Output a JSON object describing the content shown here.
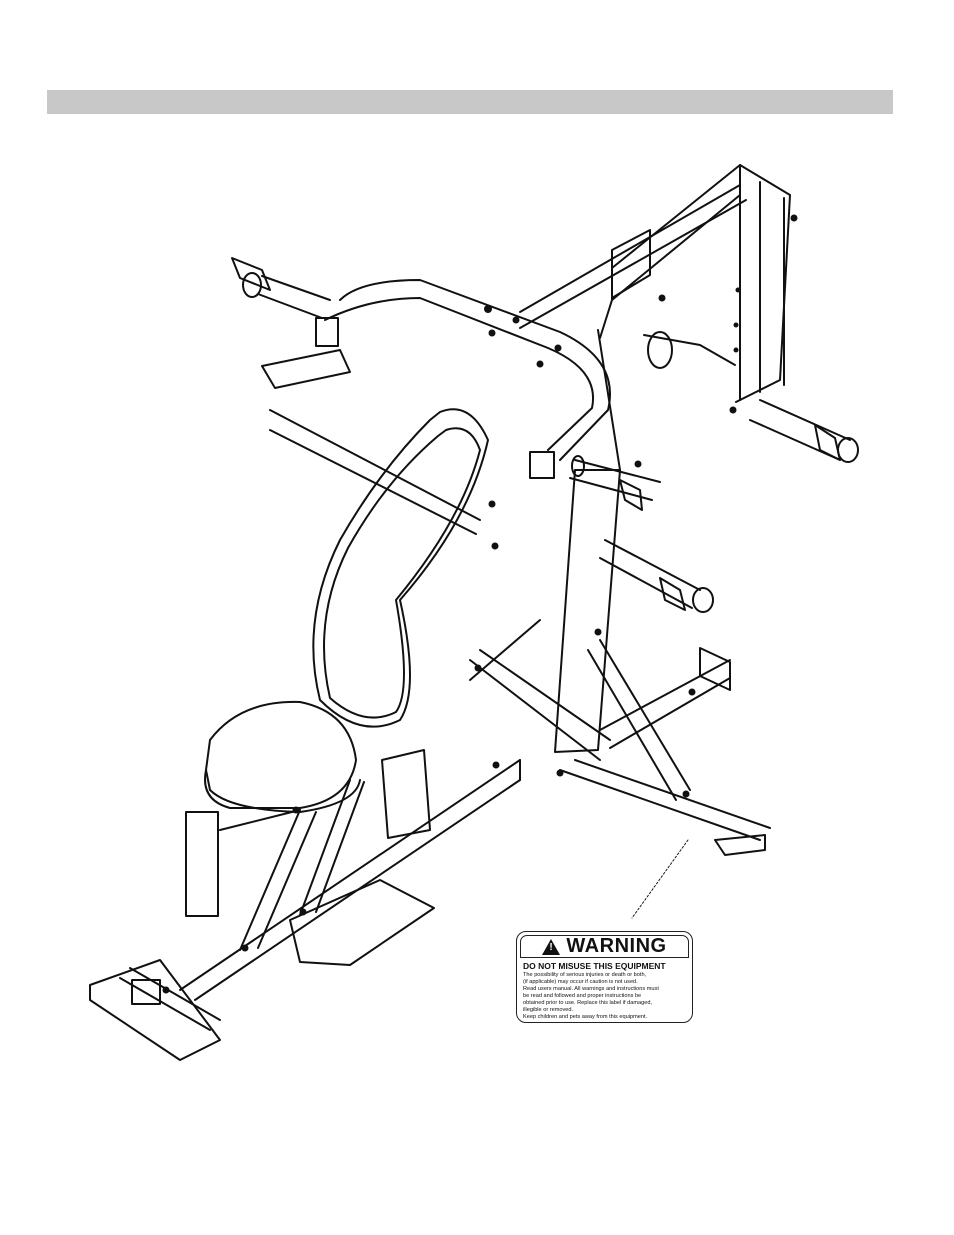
{
  "warning_label": {
    "icon": "warning-triangle-icon",
    "title": "WARNING",
    "subtitle": "DO NOT MISUSE THIS EQUIPMENT",
    "lines": [
      "The possibility of serious injuries or death or both,",
      "(if applicable) may occur if caution is not used.",
      "Read users manual. All warnings and instructions must",
      "be read and followed and proper instructions be",
      "obtained prior to use. Replace this label if damaged,",
      "illegible or removed.",
      "Keep children and pets away from this equipment."
    ]
  }
}
